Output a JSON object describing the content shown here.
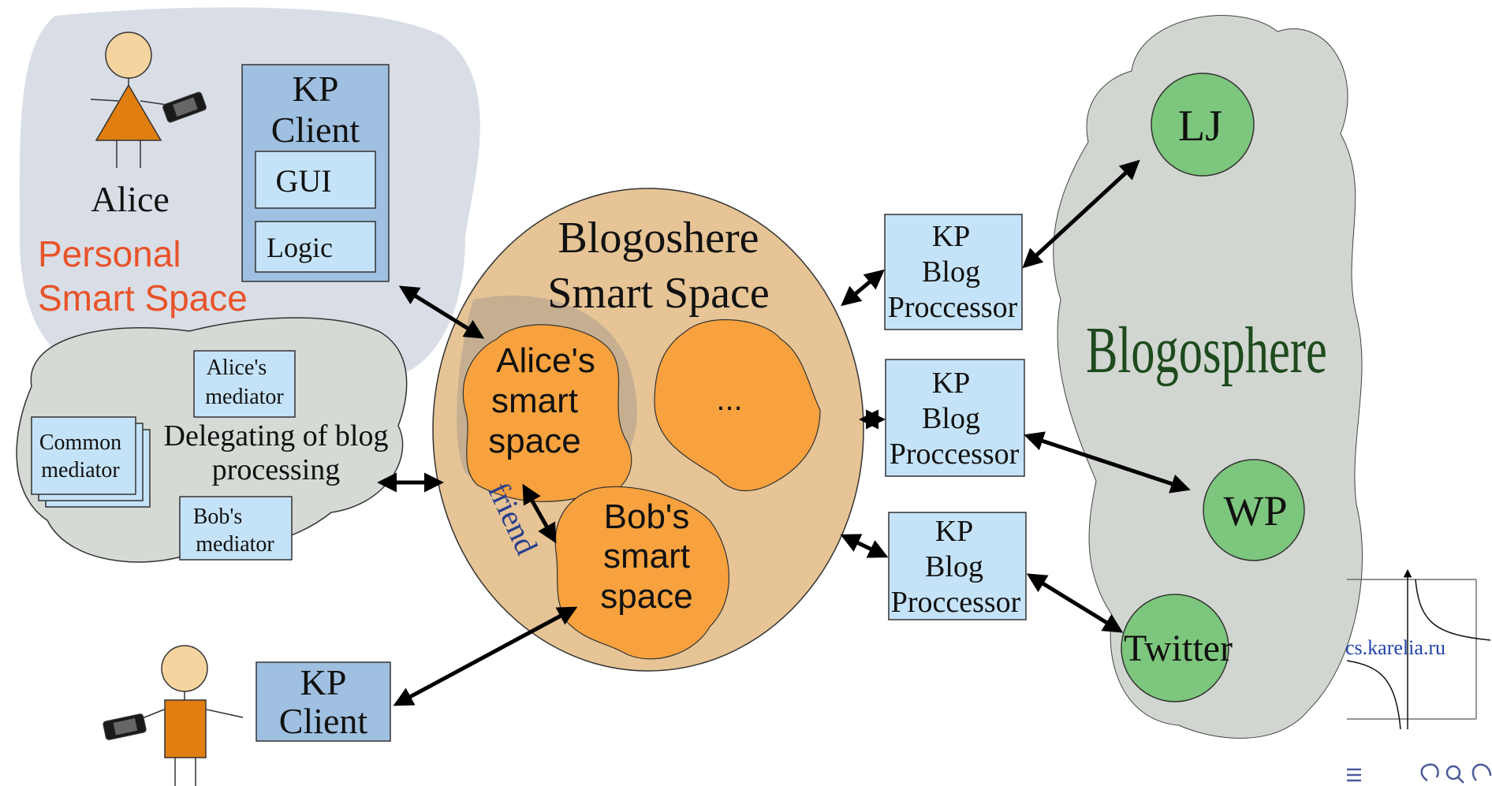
{
  "alice": {
    "name": "Alice",
    "space_line1": "Personal",
    "space_line2": "Smart Space"
  },
  "alice_client": {
    "line1": "KP",
    "line2": "Client",
    "gui": "GUI",
    "logic": "Logic"
  },
  "mediators": {
    "alice": {
      "line1": "Alice's",
      "line2": "mediator"
    },
    "common": {
      "line1": "Common",
      "line2": "mediator"
    },
    "bob": {
      "line1": "Bob's",
      "line2": "mediator"
    },
    "delegating_line1": "Delegating of blog",
    "delegating_line2": "processing"
  },
  "blogosphere_space": {
    "line1": "Blogoshere",
    "line2": "Smart Space"
  },
  "alice_smart_space": {
    "line1": "Alice's",
    "line2": "smart",
    "line3": "space"
  },
  "bob_smart_space": {
    "line1": "Bob's",
    "line2": "smart",
    "line3": "space"
  },
  "ellipsis": "...",
  "friend": "friend",
  "bob_client": {
    "line1": "KP",
    "line2": "Client"
  },
  "processors": [
    {
      "line1": "KP",
      "line2": "Blog",
      "line3": "Proccessor"
    },
    {
      "line1": "KP",
      "line2": "Blog",
      "line3": "Proccessor"
    },
    {
      "line1": "KP",
      "line2": "Blog",
      "line3": "Proccessor"
    }
  ],
  "blogosphere": {
    "label": "Blogosphere",
    "services": [
      "LJ",
      "WP",
      "Twitter"
    ]
  },
  "footer": {
    "site": "cs.karelia.ru"
  },
  "colors": {
    "personal_space": "#d9dee6",
    "kp_client_blue": "#9fc0e0",
    "light_box": "#c5e3f8",
    "smart_space": "#e6c496",
    "blob_orange": "#f7a23e",
    "mediator_cloud": "#d5dad5",
    "blogosphere_cloud": "#d1d6d1",
    "service_green": "#7dc67d",
    "personal_label": "#e8532a",
    "friend_label": "#2a3e8c",
    "blogosphere_label": "#1e4a1e"
  }
}
